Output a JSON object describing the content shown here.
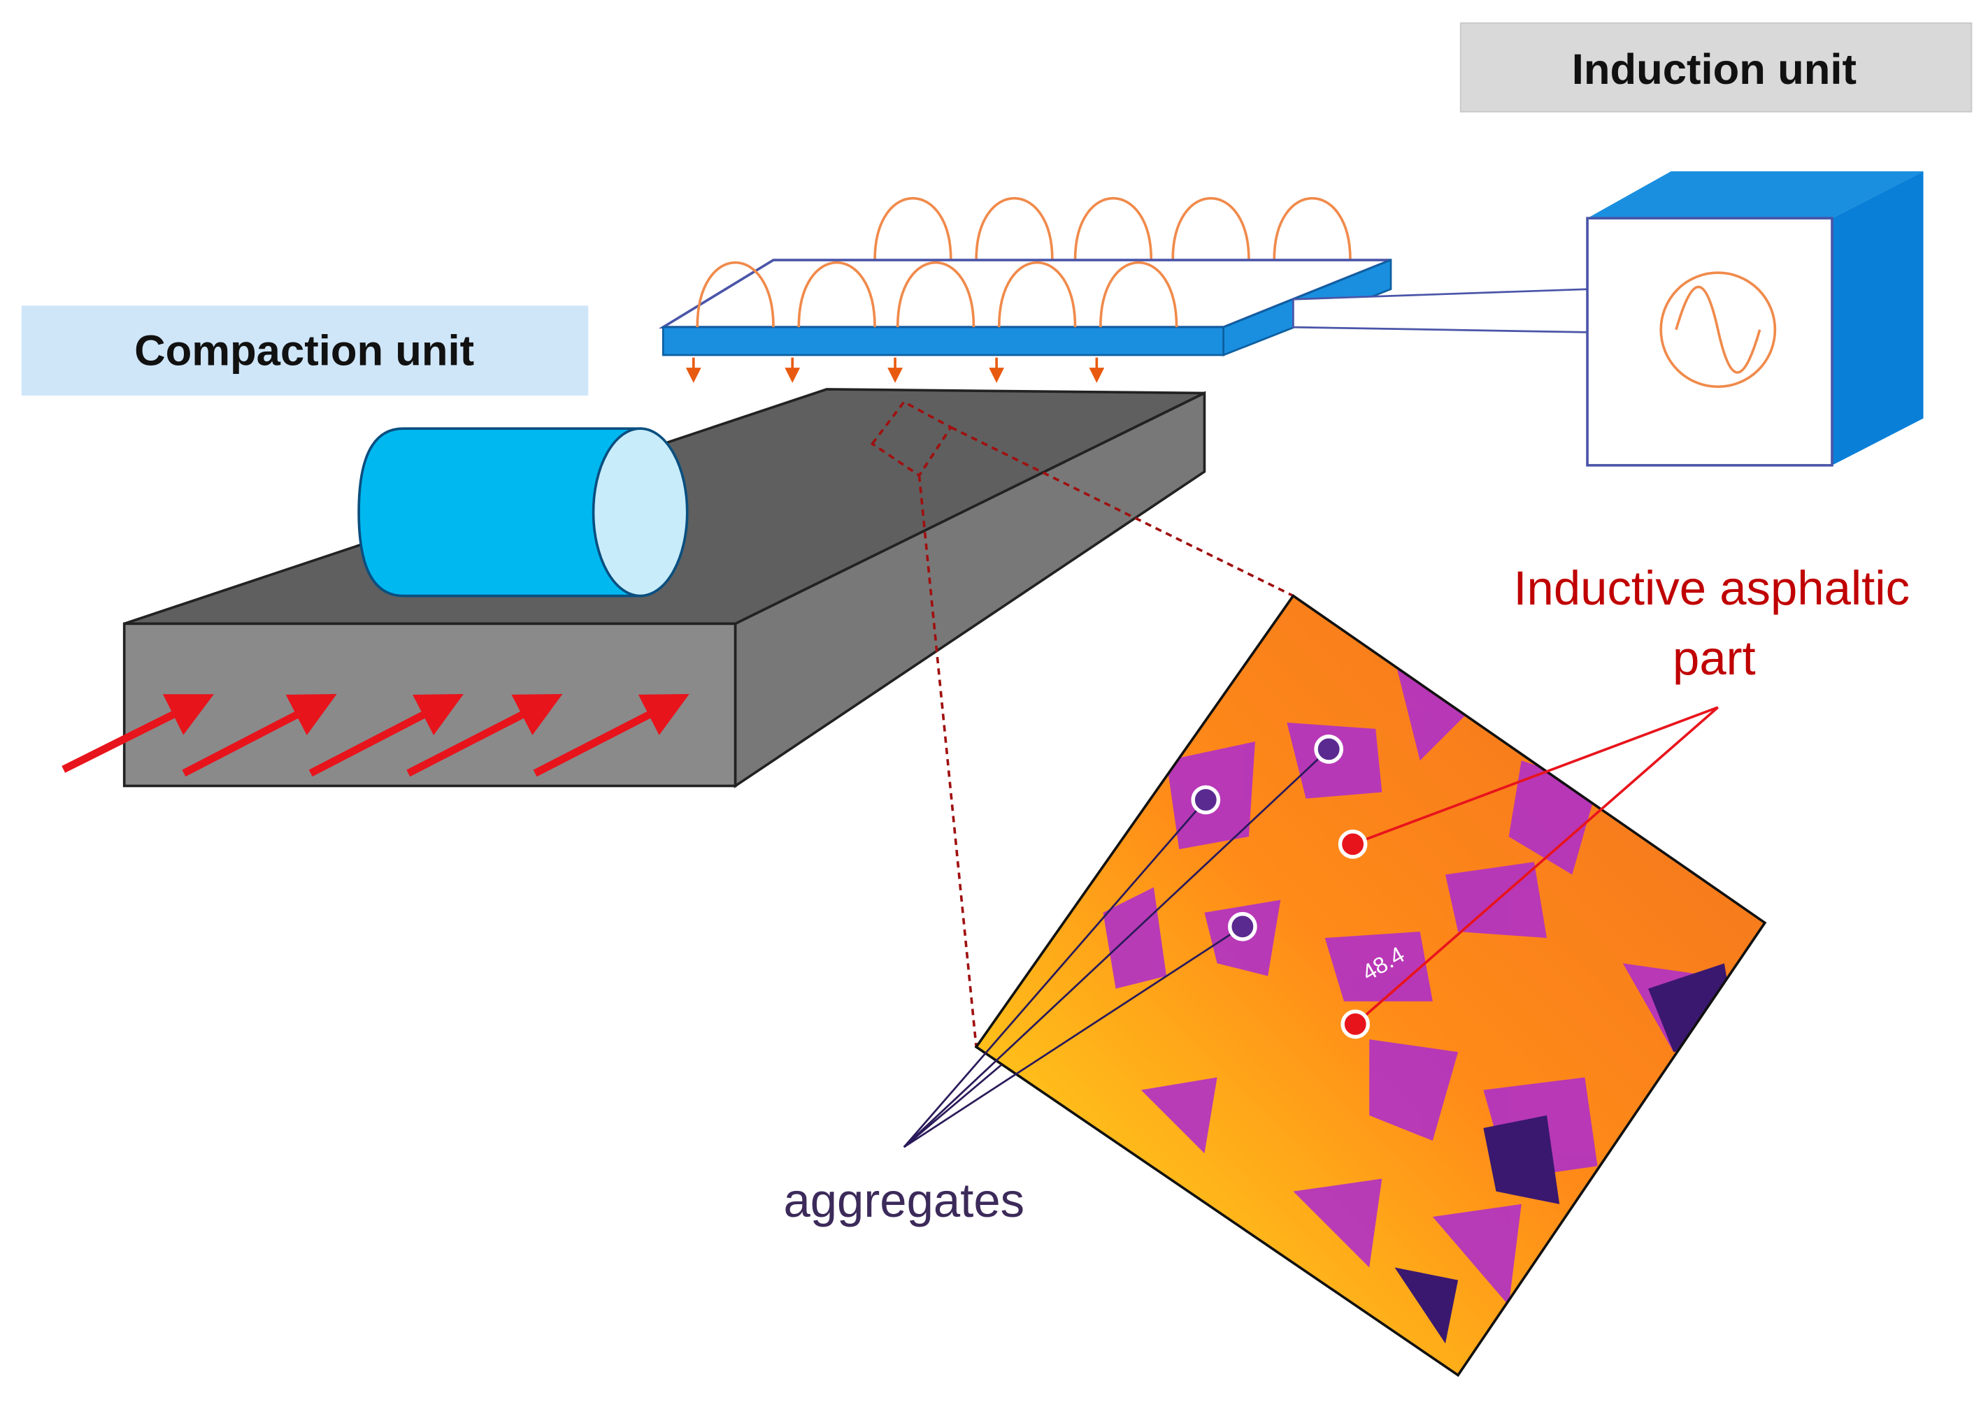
{
  "labels": {
    "induction_unit": "Induction unit",
    "compaction_unit": "Compaction unit",
    "inductive_line1": "Inductive  asphaltic",
    "inductive_line2": "part",
    "aggregates": "aggregates",
    "temperature_reading": "48.4"
  },
  "colors": {
    "label_gray": "#d9d9d9",
    "label_blue": "#cfe6f9",
    "accent_blue": "#1a8fe0",
    "cyan": "#00b8f0",
    "red": "#e8141c",
    "dark_red": "#c00000",
    "field_orange": "#f08a4b"
  }
}
